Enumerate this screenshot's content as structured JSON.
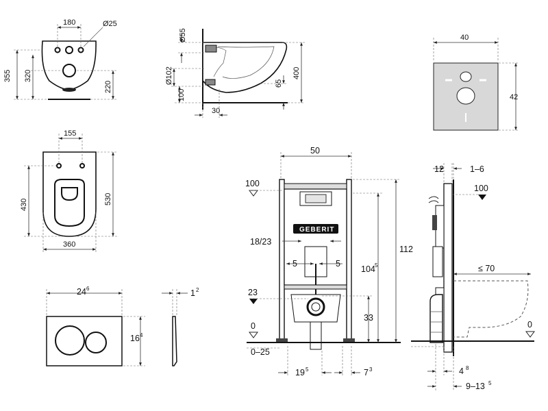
{
  "bowl_front": {
    "width_holes": "180",
    "hole_diameter": "Ø25",
    "height_total": "355",
    "height_holes": "320",
    "height_waste": "220"
  },
  "bowl_side": {
    "inlet_diameter": "Ø55",
    "outlet_diameter": "Ø102",
    "outlet_height": "100",
    "wall_offset": "30",
    "depth_offset": "65",
    "height": "400"
  },
  "wall_pad": {
    "width": "40",
    "height": "42"
  },
  "bowl_top": {
    "width_holes": "155",
    "depth_holes": "430",
    "depth_total": "530",
    "width_total": "360"
  },
  "plate_front": {
    "width": "24",
    "width_sup": "6",
    "height": "16",
    "height_sup": "4"
  },
  "plate_side": {
    "depth": "1",
    "depth_sup": "2"
  },
  "frame_front": {
    "width": "50",
    "flush_level": "100",
    "height_total": "112",
    "height_frame": "104",
    "height_frame_sup": "5",
    "pipe_spacing": "18/23",
    "bolt_left": "5",
    "bolt_right": "5",
    "supply_height": "23",
    "waste_height": "33",
    "floor_zero": "0",
    "floor_range": "0–25",
    "bolt_spacing": "19",
    "bolt_spacing_sup": "5",
    "foot_offset": "7",
    "foot_offset_sup": "3",
    "brand": "GEBERIT"
  },
  "frame_side": {
    "depth_frame": "12",
    "wall_range": "1–6",
    "flush_level": "100",
    "projection": "≤ 70",
    "floor_zero": "0",
    "foot_depth": "4",
    "foot_depth_sup": "8",
    "install_range": "9–13",
    "install_range_sup": "5"
  }
}
